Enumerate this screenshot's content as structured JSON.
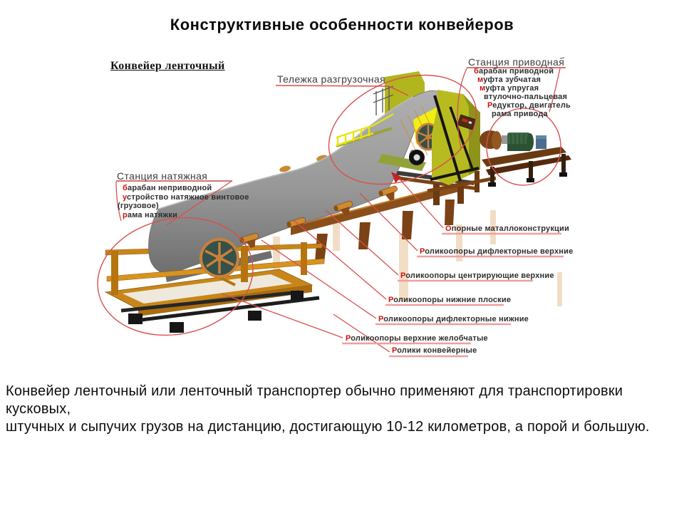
{
  "title": "Конструктивные особенности конвейеров",
  "colors": {
    "red_letter": "#cc1111",
    "annotation_line": "#d84f4f",
    "underline_salmon": "#ef9f9f"
  },
  "diagram": {
    "heading": "Конвейер ленточный",
    "trolley_label": "Тележка разгрузочная",
    "drive_station": {
      "header": "Станция приводная",
      "items": [
        {
          "text": "барабан приводной",
          "redcap": true
        },
        {
          "text": "муфта зубчатая",
          "redcap": true
        },
        {
          "text": "муфта упругая",
          "redcap": true
        },
        {
          "text": "втулочно-пальцевая",
          "redcap": false
        },
        {
          "text": "Редуктор, двигатель",
          "redcap": true
        },
        {
          "text": "рама привода",
          "redcap": false
        }
      ]
    },
    "tension_station": {
      "header": "Станция натяжная",
      "items": [
        {
          "text": "барабан неприводной",
          "redcap": true
        },
        {
          "text": "устройство натяжное винтовое",
          "redcap": true
        },
        {
          "text": "(грузовое)",
          "redcap": false
        },
        {
          "text": "рама натяжки",
          "redcap": true
        }
      ]
    },
    "right_callouts": [
      "Опорные маталлоконструкции",
      "Роликоопоры дифлекторные верхние",
      "Роликоопоры центрирующие верхние",
      "Роликоопоры нижние плоские",
      "Роликоопоры дифлекторные нижние",
      "Роликоопоры верхние желобчатые",
      "Ролики конвейерные"
    ]
  },
  "caption_lines": [
    "Конвейер ленточный или ленточный транспортер обычно применяют для транспортировки кусковых,",
    "штучных и сыпучих грузов на дистанцию, достигающую 10-12 километров, а порой и большую."
  ]
}
